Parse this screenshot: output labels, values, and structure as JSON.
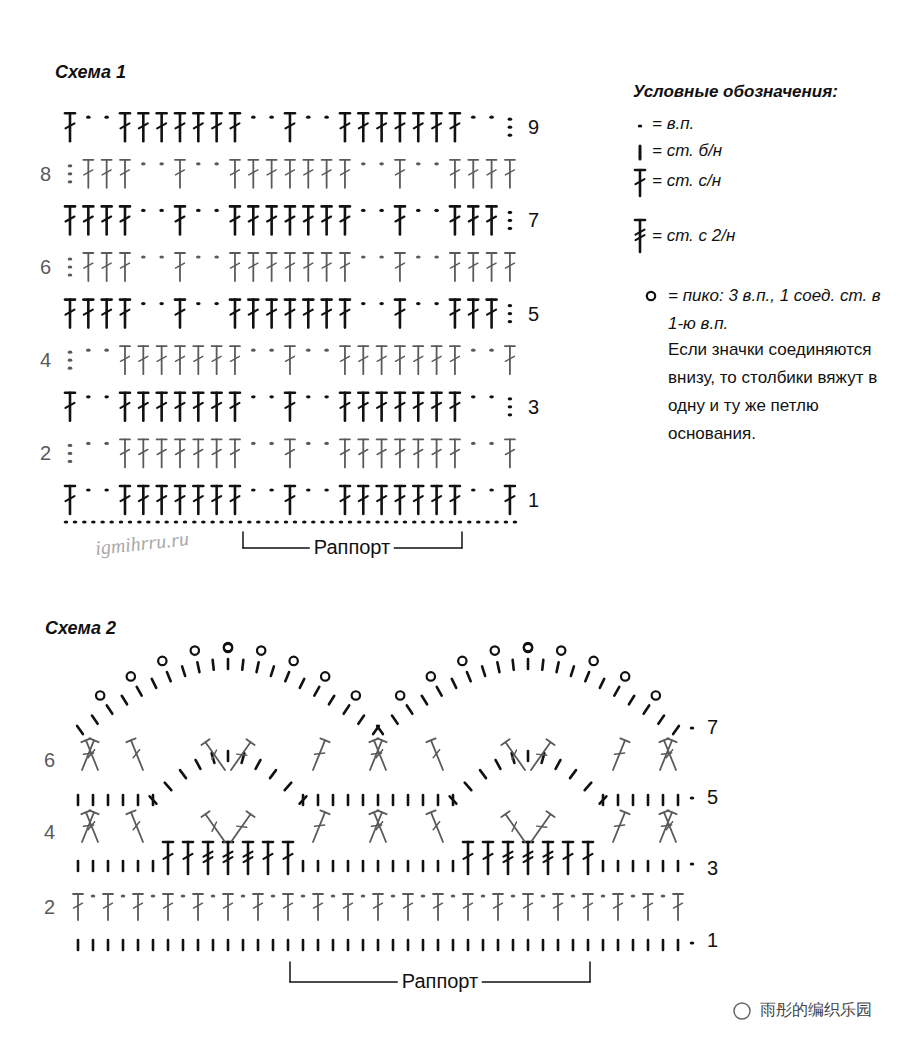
{
  "diagram": {
    "labels": [
      "Схема 1",
      "9",
      "8",
      "7",
      "6",
      "5",
      "4",
      "3",
      "2",
      "1",
      "Раппорт",
      "igmihrru.ru",
      "Схема 2",
      "7",
      "6",
      "5",
      "4",
      "3",
      "2",
      "1",
      "Раппорт",
      "Условные обозначения:",
      "Если значки соединяются внизу, то столбики вяжут в одну и ту же петлю основания.",
      "雨彤的编织乐园"
    ],
    "legend": [
      {
        "text": "= в.п."
      },
      {
        "text": "= ст. б/н"
      },
      {
        "text": "= ст. с/н"
      },
      {
        "text": "= ст. с 2/н"
      },
      {
        "text": "= пико: 3 в.п., 1 соед. ст. в 1-ю в.п."
      }
    ]
  }
}
